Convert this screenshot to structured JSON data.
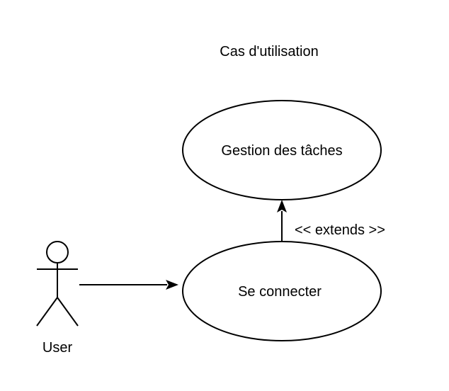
{
  "diagram": {
    "title": "Cas d'utilisation",
    "actor": {
      "label": "User",
      "icon": "stick-figure-actor-icon"
    },
    "use_cases": [
      {
        "label": "Gestion des tâches"
      },
      {
        "label": "Se connecter"
      }
    ],
    "relationships": [
      {
        "from": "User",
        "to": "Se connecter",
        "label": ""
      },
      {
        "from": "Se connecter",
        "to": "Gestion des tâches",
        "label": "<< extends >>"
      }
    ]
  }
}
